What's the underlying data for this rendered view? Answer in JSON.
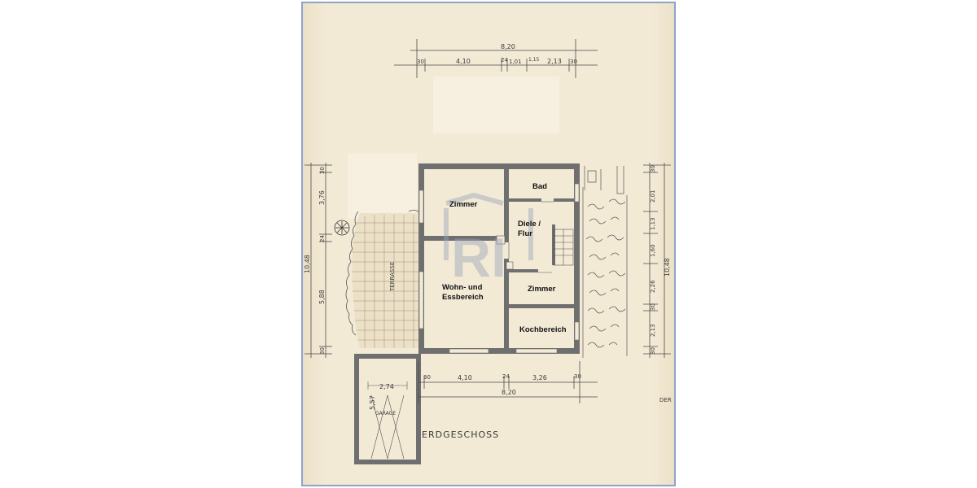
{
  "rooms": {
    "bad": "Bad",
    "zimmer_top": "Zimmer",
    "diele_line1": "Diele /",
    "diele_line2": "Flur",
    "wohn_line1": "Wohn- und",
    "wohn_line2": "Essbereich",
    "zimmer_right": "Zimmer",
    "kochbereich": "Kochbereich"
  },
  "outdoor": {
    "terrasse": "TERRASSE",
    "garage": "GARAGE"
  },
  "title": "ERDGESCHOSS",
  "corner_text": "DER",
  "dims_top": {
    "total": "8,20",
    "left_wall": "30",
    "seg1": "4,10",
    "seg2": "24",
    "seg3": "1,01",
    "seg4": "1,15",
    "seg5": "2,13",
    "right_wall": "30"
  },
  "dims_bottom": {
    "left_wall": "30",
    "seg1": "4,10",
    "seg2": "24",
    "seg3": "3,26",
    "right_wall": "30",
    "total": "8,20"
  },
  "dims_left": {
    "total": "10,48",
    "top_wall": "30",
    "seg1": "3,76",
    "seg2": "24",
    "seg3": "5,88",
    "bottom_wall": "30"
  },
  "dims_right": {
    "total": "10,48",
    "top_wall": "30",
    "seg1": "2,01",
    "seg2": "1,13",
    "seg3": "1,60",
    "seg4": "2,26",
    "seg5": "30",
    "seg6": "2,13",
    "bottom_wall": "30"
  },
  "dims_garage": {
    "width": "2,74",
    "length": "5,57"
  },
  "watermark_text": "RI",
  "colors": {
    "paper": "#f3ead6",
    "sheet_border": "#8ea3c9",
    "wall": "#6f6f6f",
    "ink": "#3a3a3a",
    "watermark": "#9aa7b8"
  }
}
